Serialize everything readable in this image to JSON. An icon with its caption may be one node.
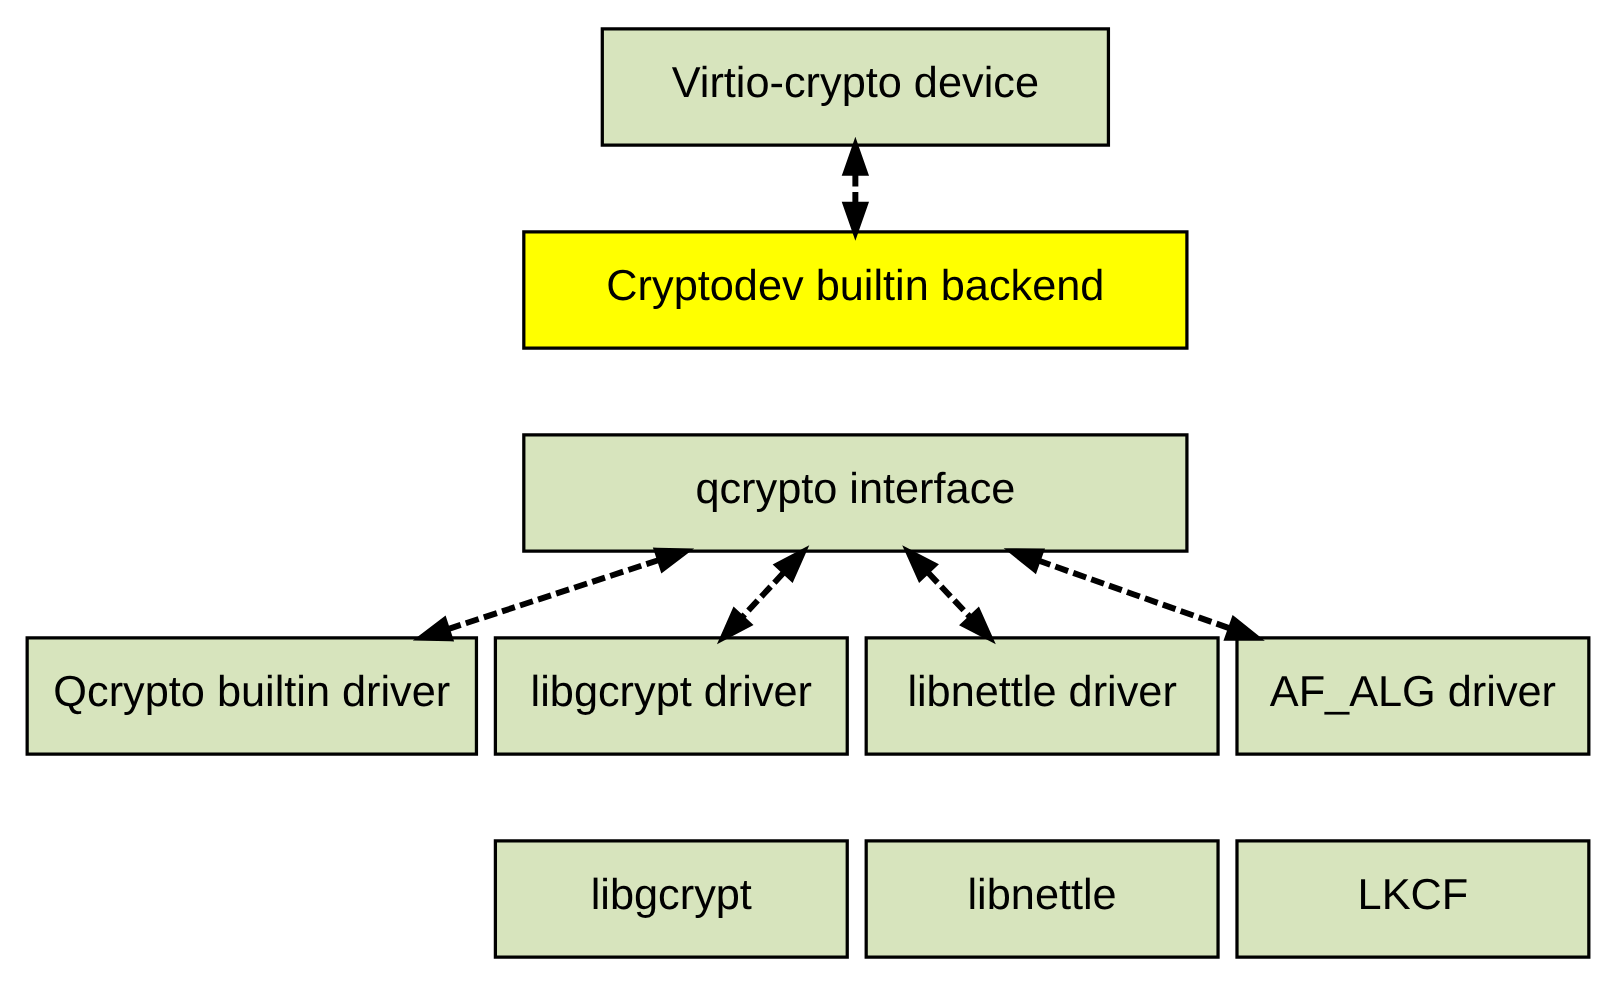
{
  "diagram": {
    "nodes": [
      {
        "text": [
          "Virtio-crypto device"
        ]
      },
      {
        "text": [
          "Cryptodev builtin backend"
        ]
      },
      {
        "text": [
          "qcrypto interface"
        ]
      },
      {
        "text": [
          "Qcrypto builtin driver"
        ]
      },
      {
        "text": [
          "libgcrypt driver"
        ]
      },
      {
        "text": [
          "libgcrypt"
        ]
      },
      {
        "text": [
          "libnettle driver"
        ]
      },
      {
        "text": [
          "libnettle"
        ]
      },
      {
        "text": [
          "AF_ALG driver"
        ]
      },
      {
        "text": [
          "LKCF"
        ]
      }
    ],
    "edges": [
      {
        "from": 0,
        "to": 1,
        "arrow": "both",
        "style": "dashed"
      },
      {
        "from": 2,
        "to": 3,
        "arrow": "both",
        "style": "dashed"
      },
      {
        "from": 2,
        "to": 4,
        "arrow": "both",
        "style": "dashed"
      },
      {
        "from": 2,
        "to": 6,
        "arrow": "both",
        "style": "dashed"
      },
      {
        "from": 2,
        "to": 8,
        "arrow": "both",
        "style": "dashed"
      }
    ]
  }
}
